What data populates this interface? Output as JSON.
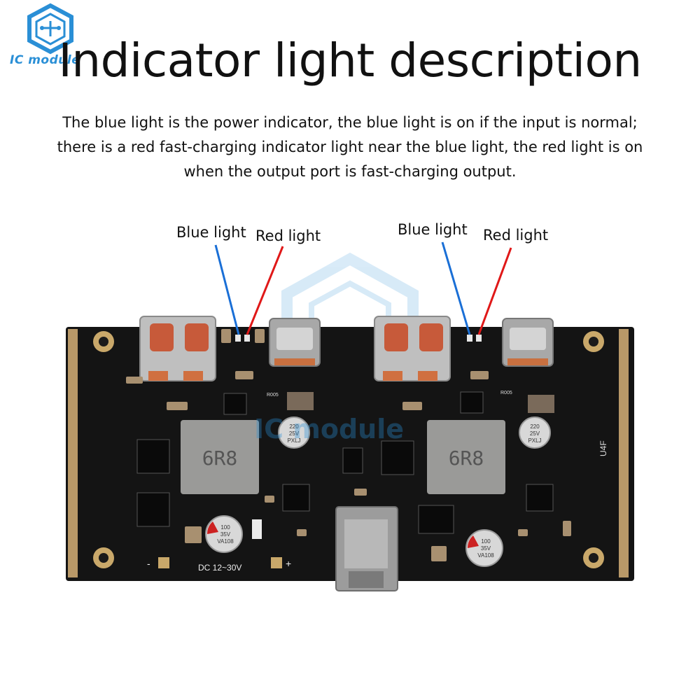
{
  "logo": {
    "text": "IC module",
    "icon": "hexagon-circuit-icon",
    "color": "#2a8fd6"
  },
  "header": {
    "title": "Indicator light description"
  },
  "description": {
    "lines": [
      "The blue light is the power indicator, the blue light is on if the input is normal;",
      "there is a red fast-charging indicator light near the blue light, the red light is on",
      "when the output port is fast-charging output."
    ]
  },
  "callouts": {
    "left_blue": "Blue light",
    "left_red": "Red light",
    "right_blue": "Blue light",
    "right_red": "Red light",
    "blue_color": "#1a6fd6",
    "red_color": "#e01818"
  },
  "board": {
    "watermark": "IC module",
    "inductor_left": "6R8",
    "inductor_right": "6R8",
    "cap_top_left": [
      "220",
      "25V",
      "PXLJ"
    ],
    "cap_top_right": [
      "220",
      "25V",
      "PXLJ"
    ],
    "cap_bottom_left": [
      "100",
      "35V",
      "VA108"
    ],
    "cap_bottom_right": [
      "100",
      "35V",
      "VA108"
    ],
    "input_label": "DC 12~30V",
    "minus_label": "-",
    "plus_label": "+",
    "side_label": "U4F",
    "resistor_label": "R005"
  }
}
